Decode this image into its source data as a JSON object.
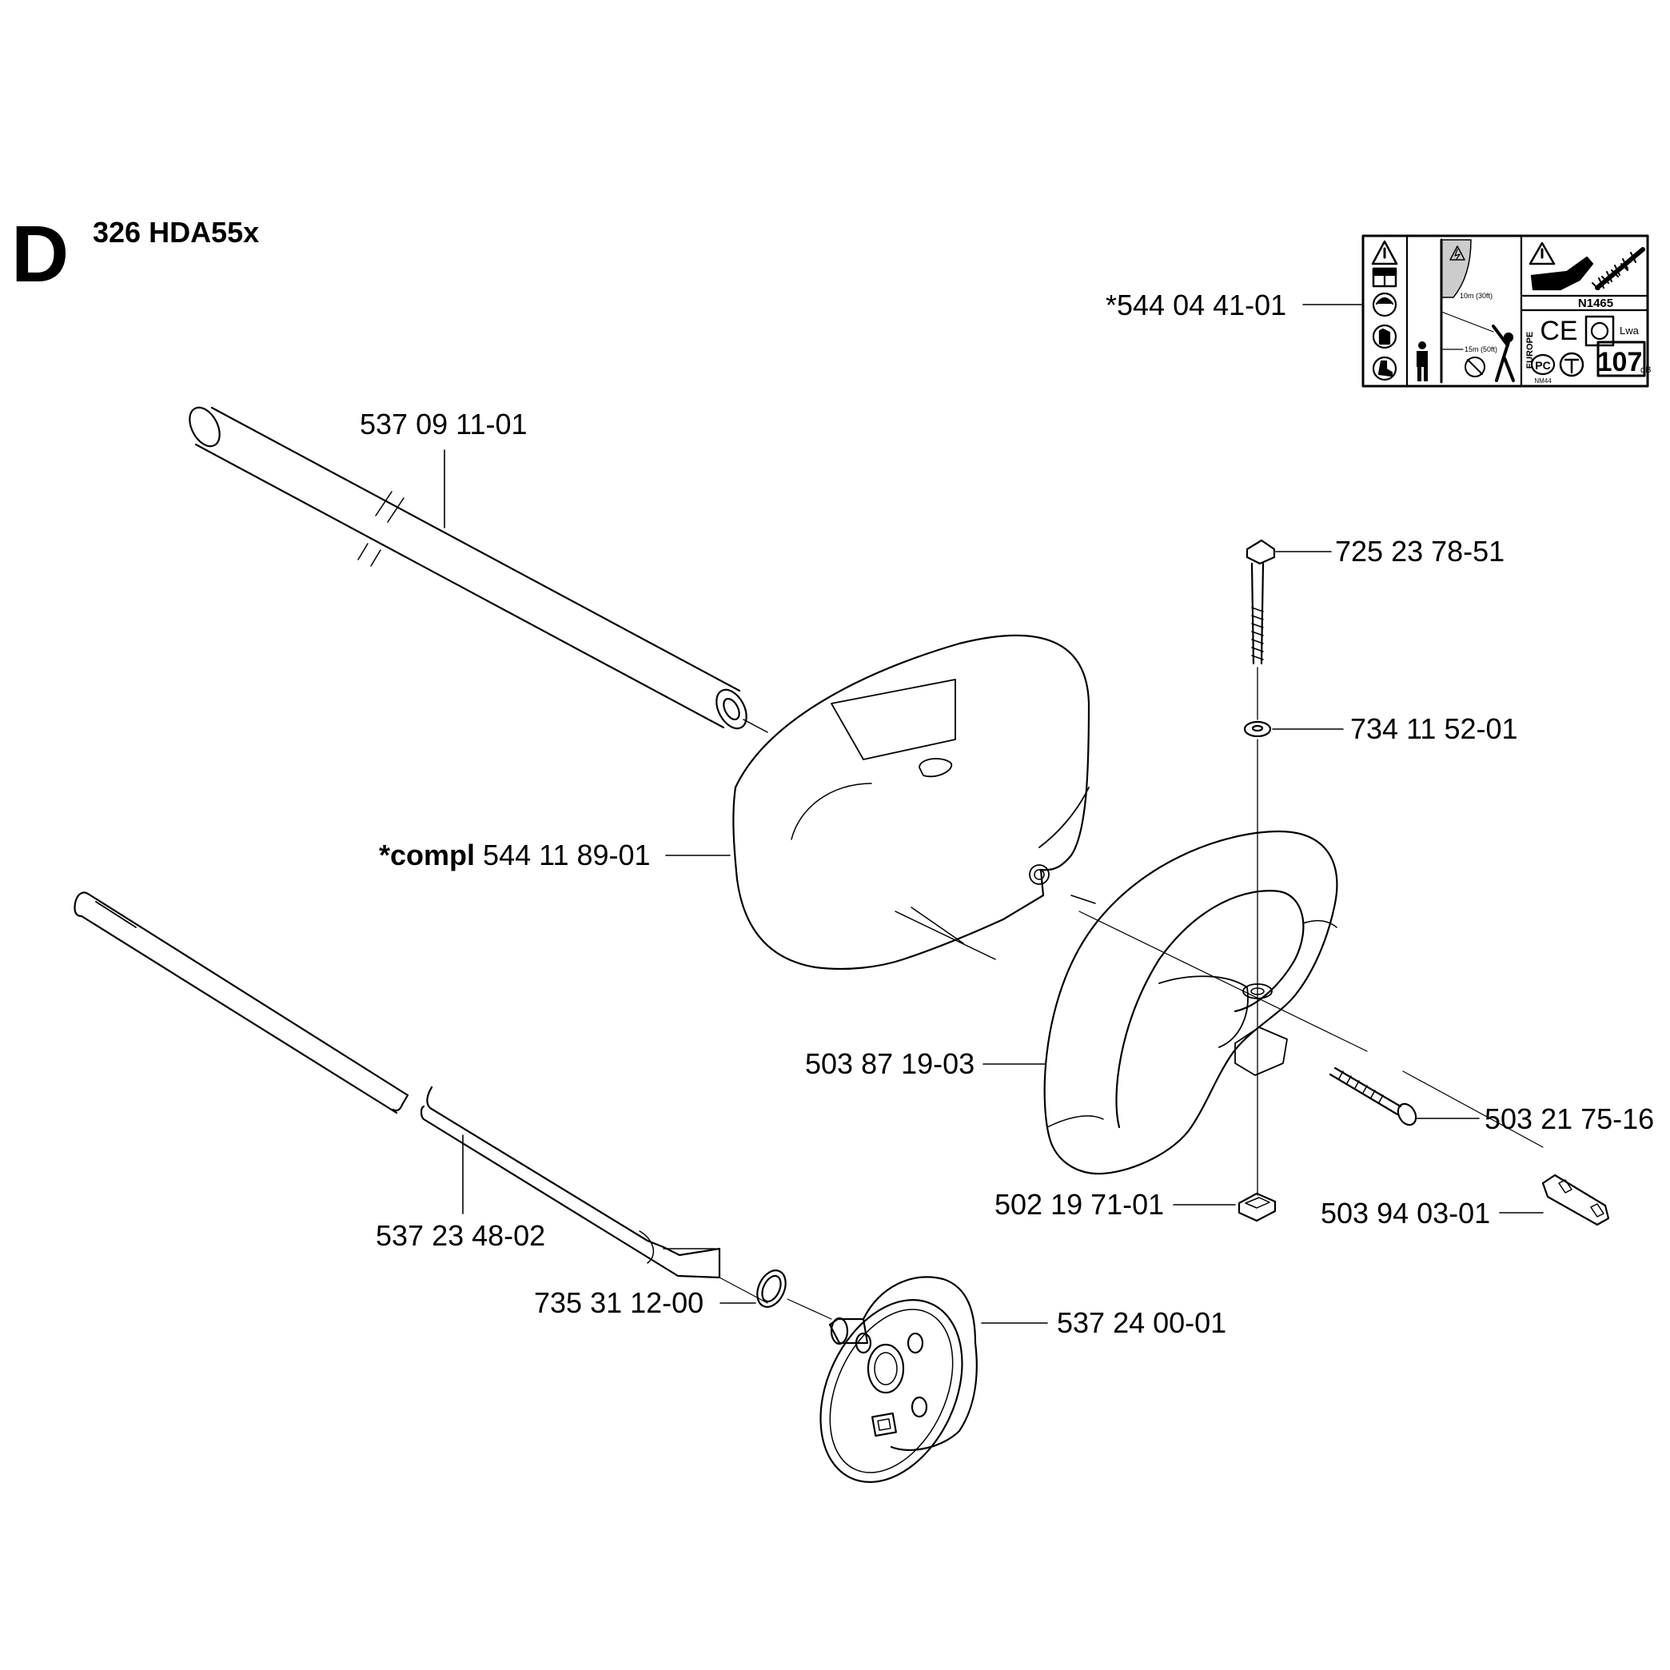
{
  "section_letter": "D",
  "model": "326 HDA55x",
  "parts": {
    "label_sticker": "*544 04 41-01",
    "tube": "537 09 11-01",
    "bolt": "725 23 78-51",
    "washer": "734 11 52-01",
    "guard_prefix": "*compl",
    "guard": "544 11 89-01",
    "handle": "503 87 19-03",
    "screw": "503 21 75-16",
    "nut": "502 19 71-01",
    "bracket": "503 94 03-01",
    "drive_shaft": "537 23 48-02",
    "circlip": "735 31 12-00",
    "clutch_drum": "537 24 00-01"
  },
  "sticker": {
    "approval": "N1465",
    "europe": "EUROPE",
    "ce": "CE",
    "noise_level": "107",
    "noise_unit": "dB",
    "lwa": "Lwa",
    "distance_top": "10m (30ft)",
    "distance_bottom": "15m (50ft)",
    "pc": "PC",
    "nm": "NM44"
  }
}
